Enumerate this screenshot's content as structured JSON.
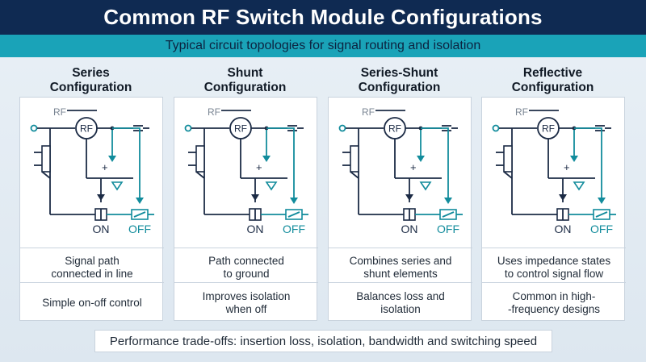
{
  "header": {
    "title": "Common RF Switch Module Configurations",
    "subtitle": "Typical circuit topologies for signal routing and isolation"
  },
  "colors": {
    "header_bg": "#0f2a52",
    "subtitle_bg": "#1aa3b8",
    "circuit_dark": "#1c2b45",
    "circuit_teal": "#128c9c"
  },
  "circuit_labels": {
    "rf_top": "RF",
    "rf_node": "RF",
    "plus": "+",
    "on": "ON",
    "off": "OFF"
  },
  "panels": [
    {
      "title_line1": "Series",
      "title_line2": "Configuration",
      "desc1_line1": "Signal path",
      "desc1_line2": "connected in line",
      "desc2_line1": "Simple on-off control",
      "desc2_line2": ""
    },
    {
      "title_line1": "Shunt",
      "title_line2": "Configuration",
      "desc1_line1": "Path connected",
      "desc1_line2": "to ground",
      "desc2_line1": "Improves isolation",
      "desc2_line2": "when off"
    },
    {
      "title_line1": "Series-Shunt",
      "title_line2": "Configuration",
      "desc1_line1": "Combines series and",
      "desc1_line2": "shunt elements",
      "desc2_line1": "Balances loss and",
      "desc2_line2": "isolation"
    },
    {
      "title_line1": "Reflective",
      "title_line2": "Configuration",
      "desc1_line1": "Uses impedance states",
      "desc1_line2": "to control signal flow",
      "desc2_line1": "Common in high-",
      "desc2_line2": "-frequency designs"
    }
  ],
  "footer": {
    "text": "Performance trade-offs: insertion loss, isolation, bandwidth and switching speed"
  }
}
